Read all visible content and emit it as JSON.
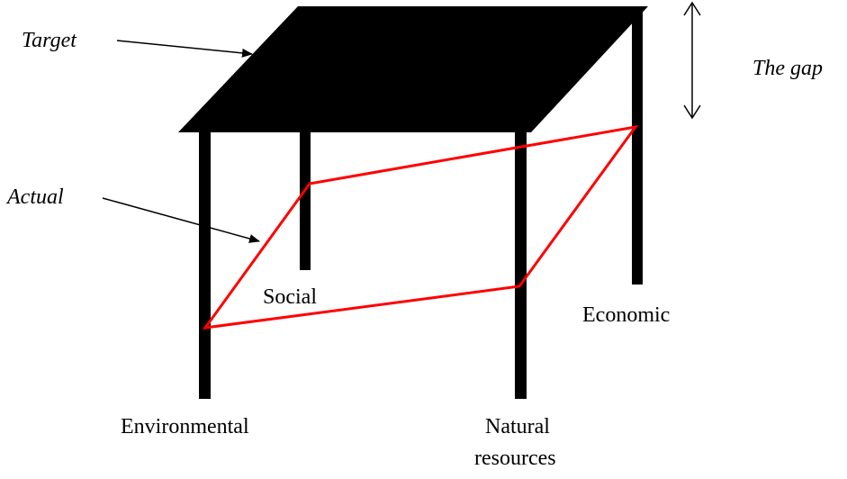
{
  "labels": {
    "target": "Target",
    "actual": "Actual",
    "gap": "The gap",
    "social": "Social",
    "economic": "Economic",
    "environmental": "Environmental",
    "natural_resources_line1": "Natural",
    "natural_resources_line2": "resources"
  },
  "colors": {
    "table": "#000000",
    "actual_outline": "#ff0000",
    "background": "#ffffff"
  }
}
